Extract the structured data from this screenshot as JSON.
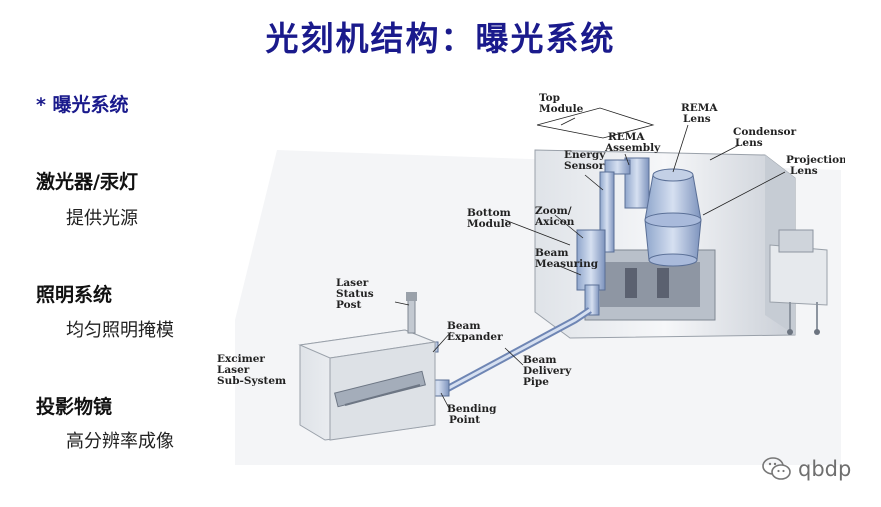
{
  "title": "光刻机结构：曝光系统",
  "section": "* 曝光系统",
  "items": [
    {
      "head": "激光器/汞灯",
      "sub": "提供光源"
    },
    {
      "head": "照明系统",
      "sub": "均匀照明掩模"
    },
    {
      "head": "投影物镜",
      "sub": "高分辨率成像"
    }
  ],
  "diagram": {
    "labels": {
      "top_module": [
        "Top",
        "Module"
      ],
      "rema_lens": [
        "REMA",
        "Lens"
      ],
      "rema_assembly": [
        "REMA",
        "Assembly"
      ],
      "condensor_lens": [
        "Condensor",
        "Lens"
      ],
      "energy_sensor": [
        "Energy",
        "Sensor"
      ],
      "projection_lens": [
        "Projection",
        "Lens"
      ],
      "bottom_module": [
        "Bottom",
        "Module"
      ],
      "zoom_axicon": [
        "Zoom/",
        "Axicon"
      ],
      "beam_measuring": [
        "Beam",
        "Measuring"
      ],
      "laser_status_post": [
        "Laser",
        "Status",
        "Post"
      ],
      "beam_expander": [
        "Beam",
        "Expander"
      ],
      "excimer_laser": [
        "Excimer",
        "Laser",
        "Sub-System"
      ],
      "beam_delivery_pipe": [
        "Beam",
        "Delivery",
        "Pipe"
      ],
      "bending_point": [
        "Bending",
        "Point"
      ]
    }
  },
  "watermark": "qbdp"
}
